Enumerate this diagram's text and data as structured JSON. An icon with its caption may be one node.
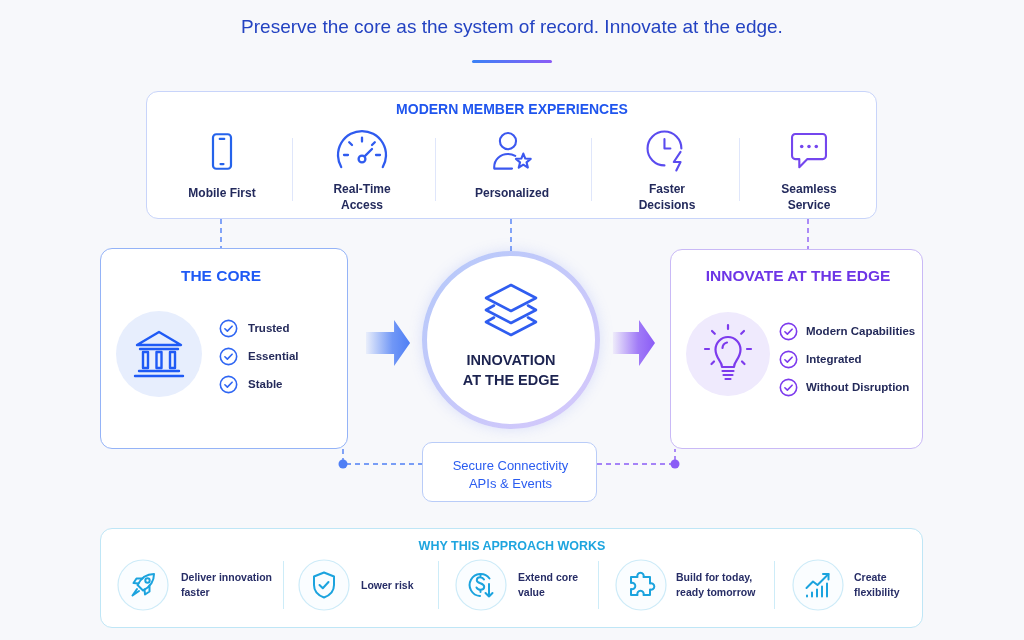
{
  "diagram": {
    "title": "Preserve the core as the system of record. Innovate at the edge.",
    "nodes": [
      {
        "text": [
          "MODERN MEMBER EXPERIENCES",
          "Mobile First",
          "Real-Time Access",
          "Personalized",
          "Faster Decisions",
          "Seamless Service"
        ]
      },
      {
        "text": [
          "THE CORE",
          "Trusted",
          "Essential",
          "Stable"
        ]
      },
      {
        "text": [
          "INNOVATION AT THE EDGE"
        ]
      },
      {
        "text": [
          "INNOVATE AT THE EDGE",
          "Modern Capabilities",
          "Integrated",
          "Without Disruption"
        ]
      },
      {
        "text": [
          "Secure Connectivity",
          "APIs & Events"
        ]
      },
      {
        "text": [
          "WHY THIS APPROACH WORKS",
          "Deliver innovation faster",
          "Lower risk",
          "Extend core value",
          "Build for today, ready tomorrow",
          "Create flexibility"
        ]
      }
    ],
    "edges": [
      {
        "from": 0,
        "to": 1,
        "arrow": "none",
        "style": "dashed"
      },
      {
        "from": 0,
        "to": 2,
        "arrow": "none",
        "style": "dashed"
      },
      {
        "from": 0,
        "to": 3,
        "arrow": "none",
        "style": "dashed",
        "color": "#8b5cf6"
      },
      {
        "from": 1,
        "to": 2,
        "arrow": "to",
        "style": "thick"
      },
      {
        "from": 2,
        "to": 3,
        "arrow": "to",
        "style": "thick",
        "color": "#8b5cf6"
      },
      {
        "from": 1,
        "to": 4,
        "arrow": "none",
        "style": "dashed"
      },
      {
        "from": 4,
        "to": 3,
        "arrow": "none",
        "style": "dashed",
        "color": "#8b5cf6"
      }
    ]
  }
}
